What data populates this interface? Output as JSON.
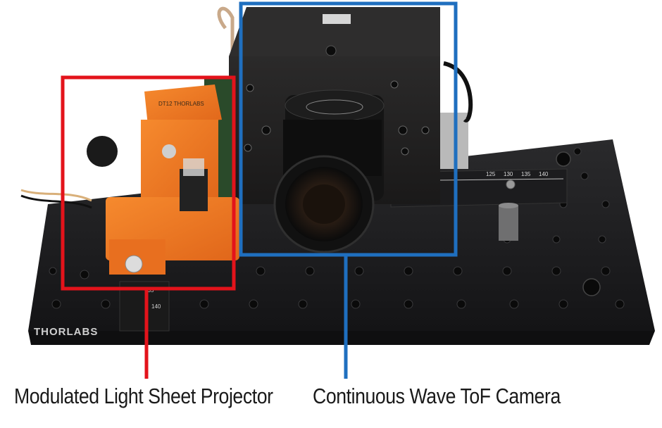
{
  "labels": {
    "projector": "Modulated Light Sheet Projector",
    "camera": "Continuous Wave ToF Camera"
  },
  "markings": {
    "table_brand": "THORLABS",
    "stage_model": "DT12 THORLABS",
    "rail_ticks": [
      "125",
      "130",
      "135",
      "140"
    ],
    "stage_ticks": [
      "135",
      "140"
    ]
  },
  "colors": {
    "projector_box": "#e3131b",
    "camera_box": "#1f6fbf",
    "projector_body": "#f47a20",
    "table": "#1d1d1f"
  }
}
